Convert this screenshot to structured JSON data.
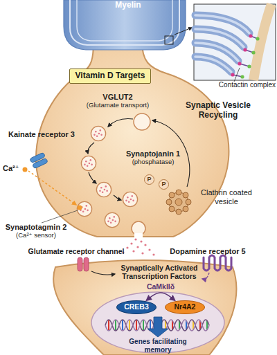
{
  "diagram": {
    "nodes": [
      {
        "text": [
          "Vitamin D Targets"
        ]
      },
      {
        "text": [
          "P"
        ]
      },
      {
        "text": [
          "P"
        ]
      },
      {
        "text": [
          "CREB3"
        ]
      },
      {
        "text": [
          "Nr4A2"
        ]
      }
    ],
    "edges": [
      {
        "from": 3,
        "to": 4,
        "label": "CaMkIIδ",
        "arrow": "both"
      }
    ],
    "labels": [
      "Myelin",
      "Contactin complex",
      "VGLUT2",
      "(Glutamate transport)",
      "Synaptojanin 1",
      "(phosphatase)",
      "Synaptic Vesicle Recycling",
      "Kainate receptor 3",
      "Ca²⁺",
      "Synaptotagmin 2",
      "(Ca²⁺ sensor)",
      "Clathrin coated vesicle",
      "Glutamate receptor channel",
      "Dopamine receptor 5",
      "Synaptically Activated Transcription Factors",
      "Genes facilitating memory"
    ]
  }
}
